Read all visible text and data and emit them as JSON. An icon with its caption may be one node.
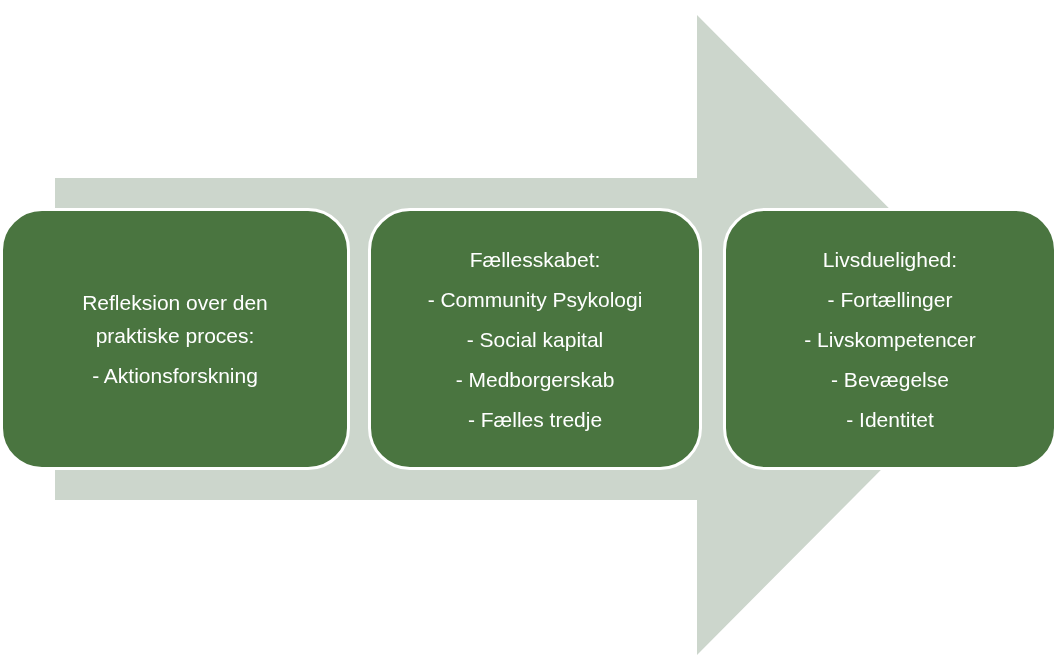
{
  "diagram": {
    "nodes": [
      {
        "text": [
          "Refleksion over den praktiske proces:",
          "- Aktionsforskning"
        ]
      },
      {
        "text": [
          "Fællesskabet:",
          "- Community Psykologi",
          "- Social kapital",
          "- Medborgerskab",
          "- Fælles tredje"
        ]
      },
      {
        "text": [
          "Livsduelighed:",
          "- Fortællinger",
          "- Livskompetencer",
          "- Bevægelse",
          "- Identitet"
        ]
      }
    ],
    "edges": [
      {
        "from": 0,
        "to": 2,
        "arrow": "to"
      }
    ]
  }
}
